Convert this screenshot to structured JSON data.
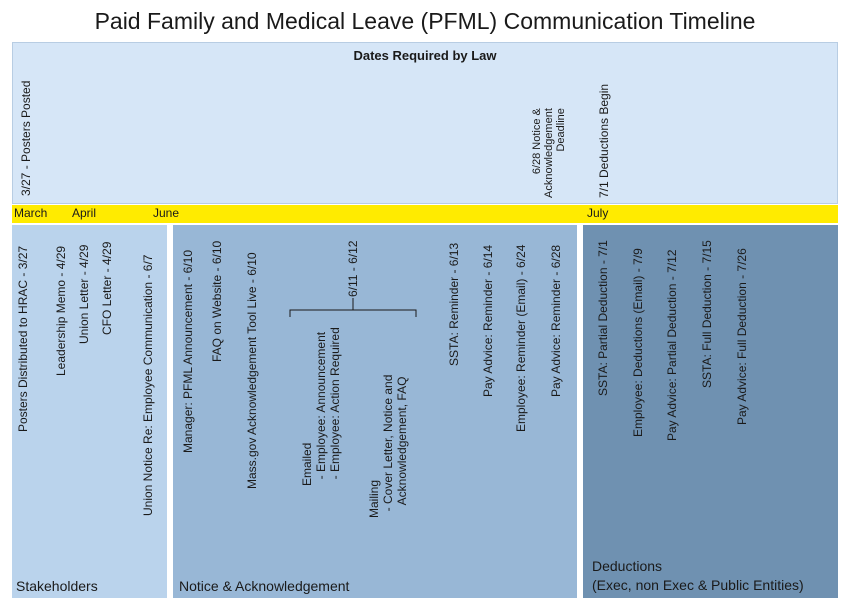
{
  "title": "Paid Family and Medical Leave (PFML) Communication Timeline",
  "law": {
    "header": "Dates Required by Law",
    "items": [
      "3/27 - Posters Posted",
      "6/28 Notice &\nAcknowledgement\nDeadline",
      "7/1 Deductions Begin"
    ]
  },
  "months": [
    "March",
    "April",
    "June",
    "July"
  ],
  "stakeholders": {
    "label": "Stakeholders",
    "items": [
      "Posters Distributed to HRAC - 3/27",
      "Leadership Memo - 4/29",
      "Union Letter - 4/29",
      "CFO Letter - 4/29",
      "Union Notice Re: Employee Communication - 6/7"
    ]
  },
  "notice": {
    "label": "Notice & Acknowledgement",
    "items": [
      "Manager: PFML Announcement - 6/10",
      "FAQ on Website - 6/10",
      "Mass.gov Acknowledgement Tool Live - 6/10",
      "Emailed\n  - Employee: Announcement\n  - Employee: Action Required",
      "Mailing\n  - Cover Letter, Notice and\n    Acknowledgement, FAQ",
      "SSTA: Reminder - 6/13",
      "Pay Advice: Reminder - 6/14",
      "Employee: Reminder (Email) - 6/24",
      "Pay Advice: Reminder - 6/28"
    ],
    "bracket_label": "6/11 - 6/12"
  },
  "deductions": {
    "label_line1": "Deductions",
    "label_line2": "(Exec, non Exec & Public Entities)",
    "items": [
      "SSTA: Partial Deduction - 7/1",
      "Employee: Deductions (Email) - 7/9",
      "Pay Advice: Partial Deduction - 7/12",
      "SSTA: Full Deduction - 7/15",
      "Pay Advice: Full Deduction - 7/26"
    ]
  },
  "colors": {
    "law_panel": "#d6e6f7",
    "month_band": "#ffeb00",
    "stakeholders_panel": "#bad3ec",
    "notice_panel": "#98b7d6",
    "deductions_panel": "#6f91b1"
  }
}
